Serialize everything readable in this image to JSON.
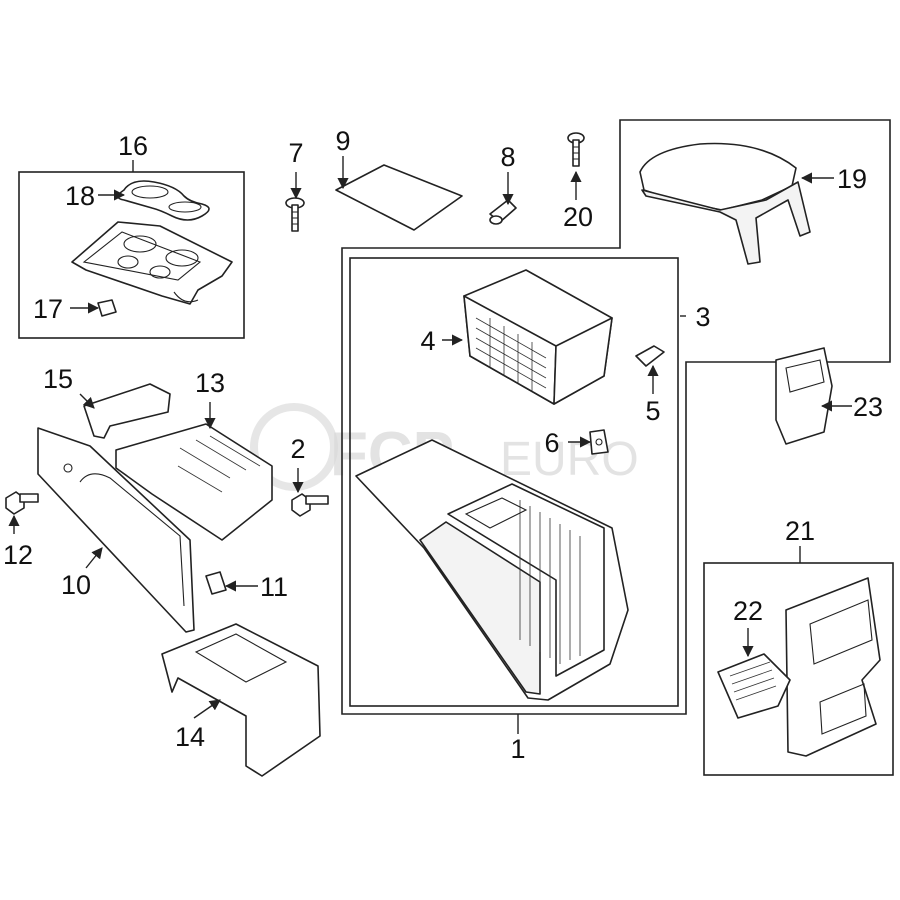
{
  "watermark": {
    "brand": "FCP",
    "suffix": "EURO"
  },
  "callouts": {
    "c1": "1",
    "c2": "2",
    "c3": "3",
    "c4": "4",
    "c5": "5",
    "c6": "6",
    "c7": "7",
    "c8": "8",
    "c9": "9",
    "c10": "10",
    "c11": "11",
    "c12": "12",
    "c13": "13",
    "c14": "14",
    "c15": "15",
    "c16": "16",
    "c17": "17",
    "c18": "18",
    "c19": "19",
    "c20": "20",
    "c21": "21",
    "c22": "22",
    "c23": "23"
  }
}
